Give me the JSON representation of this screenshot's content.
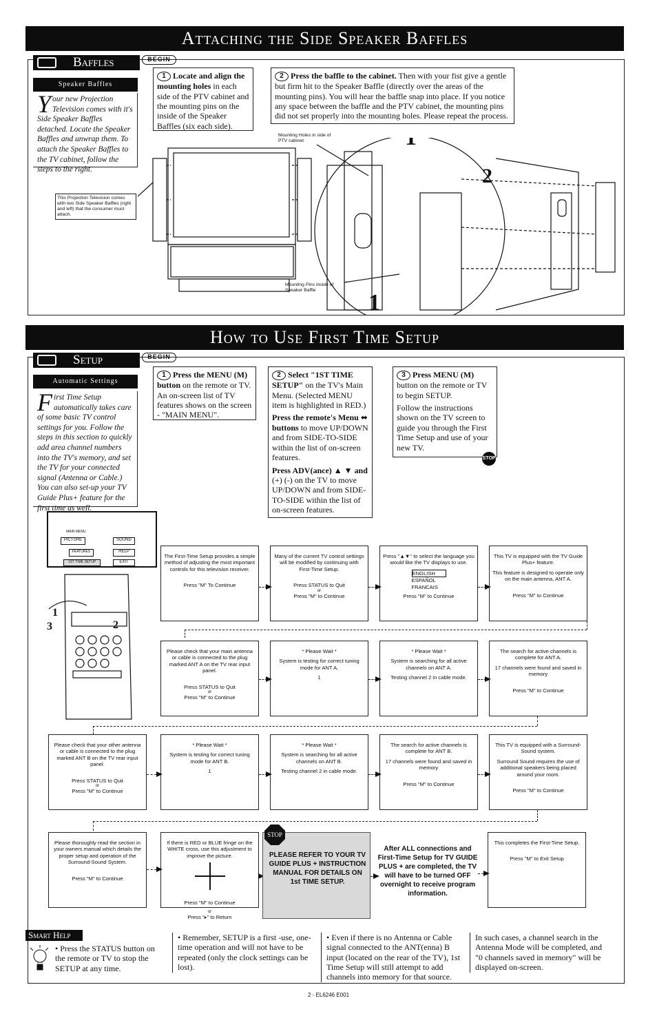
{
  "section1": {
    "title": "Attaching the Side Speaker Baffles",
    "tab": "Baffles",
    "subtab": "Speaker Baffles",
    "begin": "BEGIN",
    "intro_drop": "Y",
    "intro": "our new Projection Television comes with it's Side Speaker Baffles detached. Locate the Speaker Baffles and unwrap them. To attach the Speaker Baffles to the TV cabinet, follow the steps to the right.",
    "step1_bold": "Locate and align the mounting holes",
    "step1": " in each side of the PTV cabinet and the mounting pins on the inside of the Speaker Baffles (six each side).",
    "step2_bold": "Press the baffle to the cabinet.",
    "step2": " Then with your fist give a gentle but firm hit to the Speaker Baffle (directly over the areas of the mounting pins). You will hear the baffle snap into place. If you notice any space between the baffle and the PTV cabinet, the mounting pins did not set properly into the mounting holes. Please repeat the process.",
    "note_baffles": "This Projection Television comes with two Side Speaker Baffles (right and left) that the consumer must attach.",
    "note_holes": "Mounting Holes in side of PTV cabinet",
    "note_pins": "Mounting Pins inside of Speaker Baffle"
  },
  "section2": {
    "title": "How to Use First Time Setup",
    "tab": "Setup",
    "subtab": "Automatic Settings",
    "begin": "BEGIN",
    "stop": "STOP",
    "intro_drop": "F",
    "intro": "irst Time Setup automatically takes care of some basic TV control settings for you. Follow the steps in this section to quickly add area channel numbers into the TV's memory, and set the TV for your connected signal (Antenna or Cable.) You can also set-up your TV Guide Plus+ feature for the first time as well.",
    "step1_bold": "Press the MENU (M) button",
    "step1": " on the remote or TV. An on-screen list of TV features shows on the screen - \"MAIN MENU\".",
    "step2_bold": "Select \"1ST TIME SETUP\"",
    "step2": " on the TV's Main Menu. (Selected MENU item is highlighted in RED.)",
    "step2b_bold": "Press the remote's Menu",
    "step2b_bold2": "buttons",
    "step2b": " to move UP/DOWN and from SIDE-TO-SIDE within the list of on-screen features.",
    "step2c_bold": "Press ADV(ance) ▲ ▼ and",
    "step2c": "(+) (-) on the TV to move UP/DOWN and from SIDE-TO-SIDE within the list of on-screen features.",
    "step3_bold": "Press MENU (M)",
    "step3": " button on the remote or TV to begin SETUP.",
    "step3b": "Follow the instructions shown on the TV screen to guide you through the First Time Setup and use of your new TV.",
    "menu": {
      "title": "MAIN MENU",
      "picture": "PICTURE",
      "sound": "SOUND",
      "features": "FEATURES",
      "help": "HELP",
      "setup": "1ST TIME SETUP",
      "exit": "EXIT"
    }
  },
  "flow": {
    "r1": [
      {
        "lines": [
          "The First-Time Setup provides a simple method of adjusting the most important controls for this television receiver."
        ],
        "m": "Press \"M\" To Continue"
      },
      {
        "lines": [
          "Many of the current TV control settings will be modified by continuing with First-Time Setup."
        ],
        "s": "Press STATUS to Quit",
        "or": "or",
        "m": "Press \"M\" to Continue"
      },
      {
        "lines": [
          "Press \"▲▼\" to select the language you would like the TV displays to use."
        ],
        "langs": [
          "ENGLISH",
          "ESPAÑOL",
          "FRANCAIS"
        ],
        "m": "Press \"M\" to Continue"
      },
      {
        "lines": [
          "This TV is equipped with the TV Guide Plus+ feature.",
          "This feature is designed to operate only on the main antenna, ANT A."
        ],
        "m": "Press \"M\" to Continue"
      }
    ],
    "r2": [
      {
        "lines": [
          "Please check that your main antenna or cable is connected to the plug marked ANT A on the TV rear input panel."
        ],
        "s": "Press STATUS to Quit",
        "or": "or",
        "m": "Press \"M\" to Continue"
      },
      {
        "lines": [
          "* Please Wait *",
          "System is testing for correct tuning mode for ANT A.",
          "1"
        ]
      },
      {
        "lines": [
          "* Please Wait *",
          "System is searching for all active channels on ANT A.",
          "Testing channel 2 in cable mode."
        ]
      },
      {
        "lines": [
          "The search for active channels is complete for ANT A.",
          "17 channels were found and saved in memory"
        ],
        "m": "Press \"M\" to Continue"
      }
    ],
    "r3": [
      {
        "lines": [
          "Please check that your other antenna or cable is connected to the plug marked ANT B on the TV rear input panel."
        ],
        "s": "Press STATUS to Quit",
        "or": "or",
        "m": "Press \"M\" to Continue"
      },
      {
        "lines": [
          "* Please Wait *",
          "System is testing for correct tuning mode for ANT B.",
          "1"
        ]
      },
      {
        "lines": [
          "* Please Wait *",
          "System is searching for all active channels on ANT B.",
          "Testing channel 2 in cable mode."
        ]
      },
      {
        "lines": [
          "The search for active channels is complete for ANT B.",
          "17 channels were found and saved in memory"
        ],
        "m": "Press \"M\" to Continue"
      },
      {
        "lines": [
          "This TV is equipped with a Surround-Sound system.",
          "Surround Sound requires the use of additional speakers being placed around your room."
        ],
        "m": "Press \"M\" to Continue"
      }
    ],
    "r4a": {
      "lines": [
        "Please thoroughly read the section in your owners manual which details the proper setup and operation of the Surround-Sound System."
      ],
      "m": "Press \"M\" to Continue"
    },
    "r4b": {
      "lines": [
        "If there is RED or BLUE fringe on the WHITE cross, use this adjustment to improve the picture."
      ],
      "m": "Press \"M\" to Continue",
      "or": "or",
      "r": "Press \"▸\" to Return"
    },
    "refer": "PLEASE REFER TO YOUR TV GUIDE PLUS + INSTRUCTION MANUAL FOR DETAILS ON 1st TIME SETUP.",
    "after": "After ALL connections and First-Time Setup for TV GUIDE PLUS + are completed, the TV will have to be turned OFF overnight to receive program information.",
    "done": {
      "lines": [
        "This completes the First-Time Setup."
      ],
      "m": "Press \"M\" to Exit Setup"
    }
  },
  "smart": {
    "tab": "Smart Help",
    "c1": "• Press the STATUS button on the remote or TV to stop the SETUP at any time.",
    "c2": "• Remember, SETUP is a first -use, one-time operation and will not have to be repeated (only the clock settings can be lost).",
    "c3": "• Even if there is no Antenna or Cable signal connected to the ANT(enna) B input (located on the rear of the TV), 1st Time Setup will still attempt to add channels into memory for that source.",
    "c4": "In such cases, a channel search in the Antenna Mode will be completed, and \"0 channels saved in memory\" will be displayed on-screen."
  },
  "footer": "2 - EL6246 E001"
}
